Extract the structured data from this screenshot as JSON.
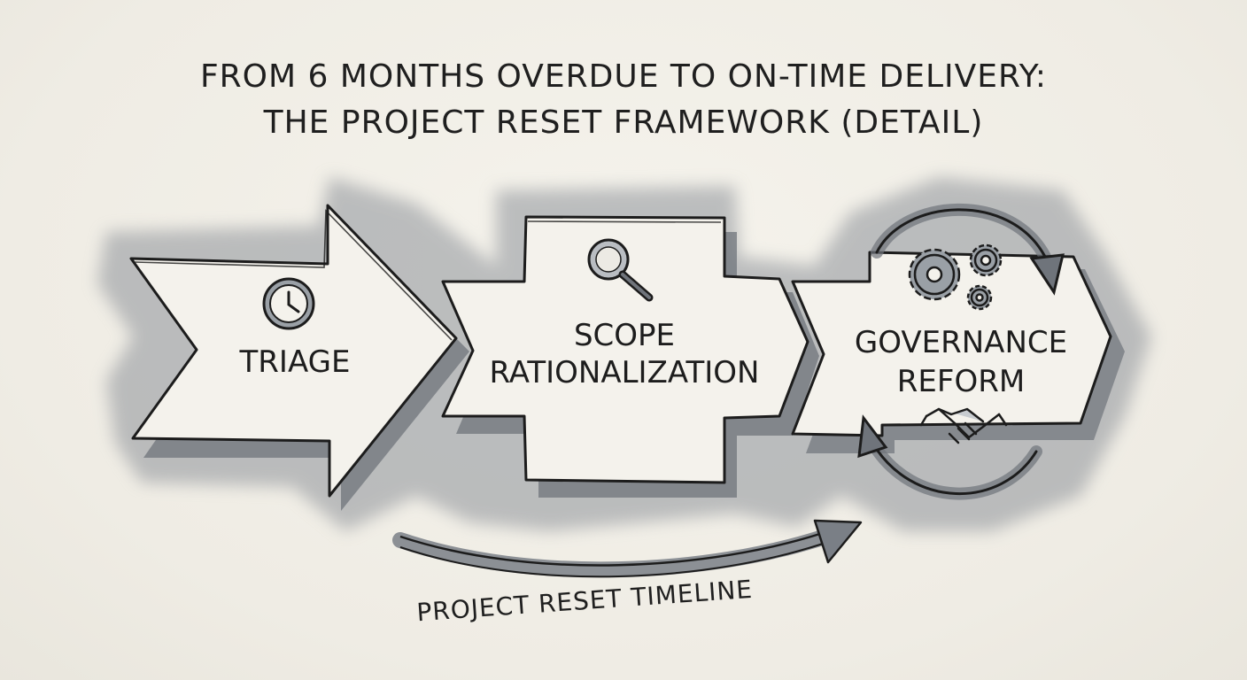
{
  "title": {
    "line1": "FROM 6 MONTHS OVERDUE TO ON-TIME DELIVERY:",
    "line2": "THE PROJECT RESET FRAMEWORK (DETAIL)"
  },
  "stages": [
    {
      "label": "TRIAGE",
      "icon": "clock-icon"
    },
    {
      "label_line1": "SCOPE",
      "label_line2": "RATIONALIZATION",
      "icon": "magnifier-icon"
    },
    {
      "label_line1": "GOVERNANCE",
      "label_line2": "REFORM",
      "icons": [
        "gears-icon",
        "handshake-icon",
        "cycle-arrows-icon"
      ]
    }
  ],
  "timeline": {
    "label": "PROJECT RESET TIMELINE"
  },
  "colors": {
    "ink": "#1f1f1f",
    "wash": "#8e939a",
    "paper": "#f1efe8",
    "shape_fill": "#f4f2ec"
  }
}
